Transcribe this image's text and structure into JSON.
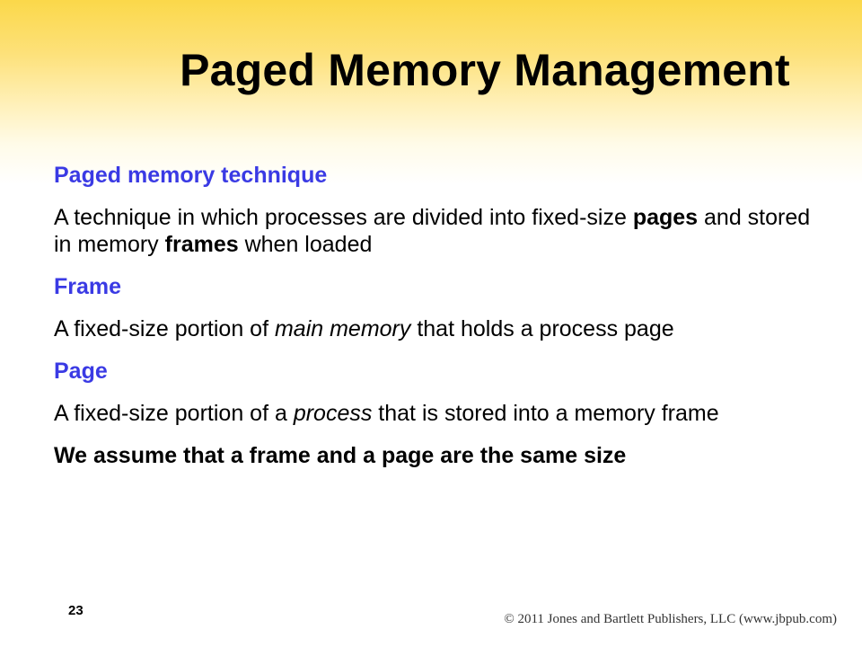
{
  "slide": {
    "title": "Paged Memory Management",
    "terms": [
      {
        "term": "Paged memory technique",
        "definition": [
          {
            "text": "A technique in which processes are divided into fixed-size "
          },
          {
            "text": "pages",
            "style": "bold"
          },
          {
            "text": " and stored in memory "
          },
          {
            "text": "frames",
            "style": "bold"
          },
          {
            "text": " when loaded"
          }
        ]
      },
      {
        "term": "Frame",
        "definition": [
          {
            "text": "A fixed-size portion of "
          },
          {
            "text": "main memory",
            "style": "italic"
          },
          {
            "text": " that holds a process page"
          }
        ]
      },
      {
        "term": "Page",
        "definition": [
          {
            "text": "A fixed-size portion of a "
          },
          {
            "text": "process",
            "style": "italic"
          },
          {
            "text": " that is stored into a memory frame"
          }
        ]
      }
    ],
    "closing": "We assume that a frame and a page are the same size",
    "page_number": "23",
    "copyright": "© 2011 Jones and Bartlett Publishers, LLC (www.jbpub.com)",
    "colors": {
      "term": "#3a3ae4",
      "text": "#000000",
      "header_gradient_top": "#fbd84a",
      "background": "#ffffff"
    }
  }
}
